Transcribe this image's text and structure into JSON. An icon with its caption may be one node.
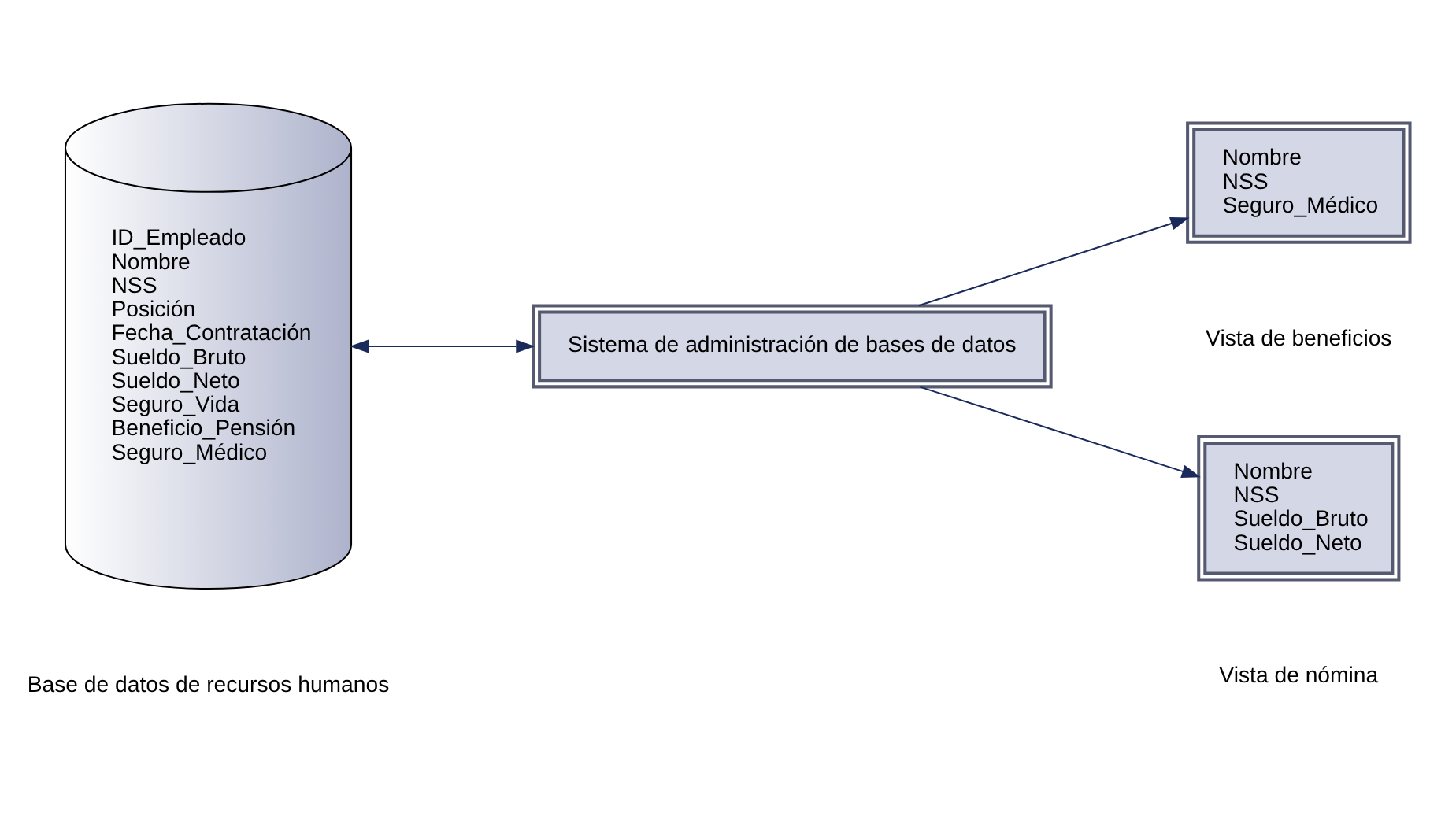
{
  "diagram": {
    "nodes": [
      {
        "text": [
          "ID_Empleado",
          "Nombre",
          "NSS",
          "Posición",
          "Fecha_Contratación",
          "Sueldo_Bruto",
          "Sueldo_Neto",
          "Seguro_Vida",
          "Beneficio_Pensión",
          "Seguro_Médico"
        ],
        "beside": [
          "Base de datos de recursos humanos"
        ]
      },
      {
        "text": [
          "Sistema de administración de bases de datos"
        ]
      },
      {
        "text": [
          "Nombre",
          "NSS",
          "Seguro_Médico"
        ],
        "beside": [
          "Vista de beneficios"
        ]
      },
      {
        "text": [
          "Nombre",
          "NSS",
          "Sueldo_Bruto",
          "Sueldo_Neto"
        ],
        "beside": [
          "Vista de nómina"
        ]
      }
    ],
    "edges": [
      {
        "from": 0,
        "to": 1,
        "arrow": "both"
      },
      {
        "from": 1,
        "to": 2,
        "arrow": "to"
      },
      {
        "from": 1,
        "to": 3,
        "arrow": "to"
      }
    ]
  }
}
